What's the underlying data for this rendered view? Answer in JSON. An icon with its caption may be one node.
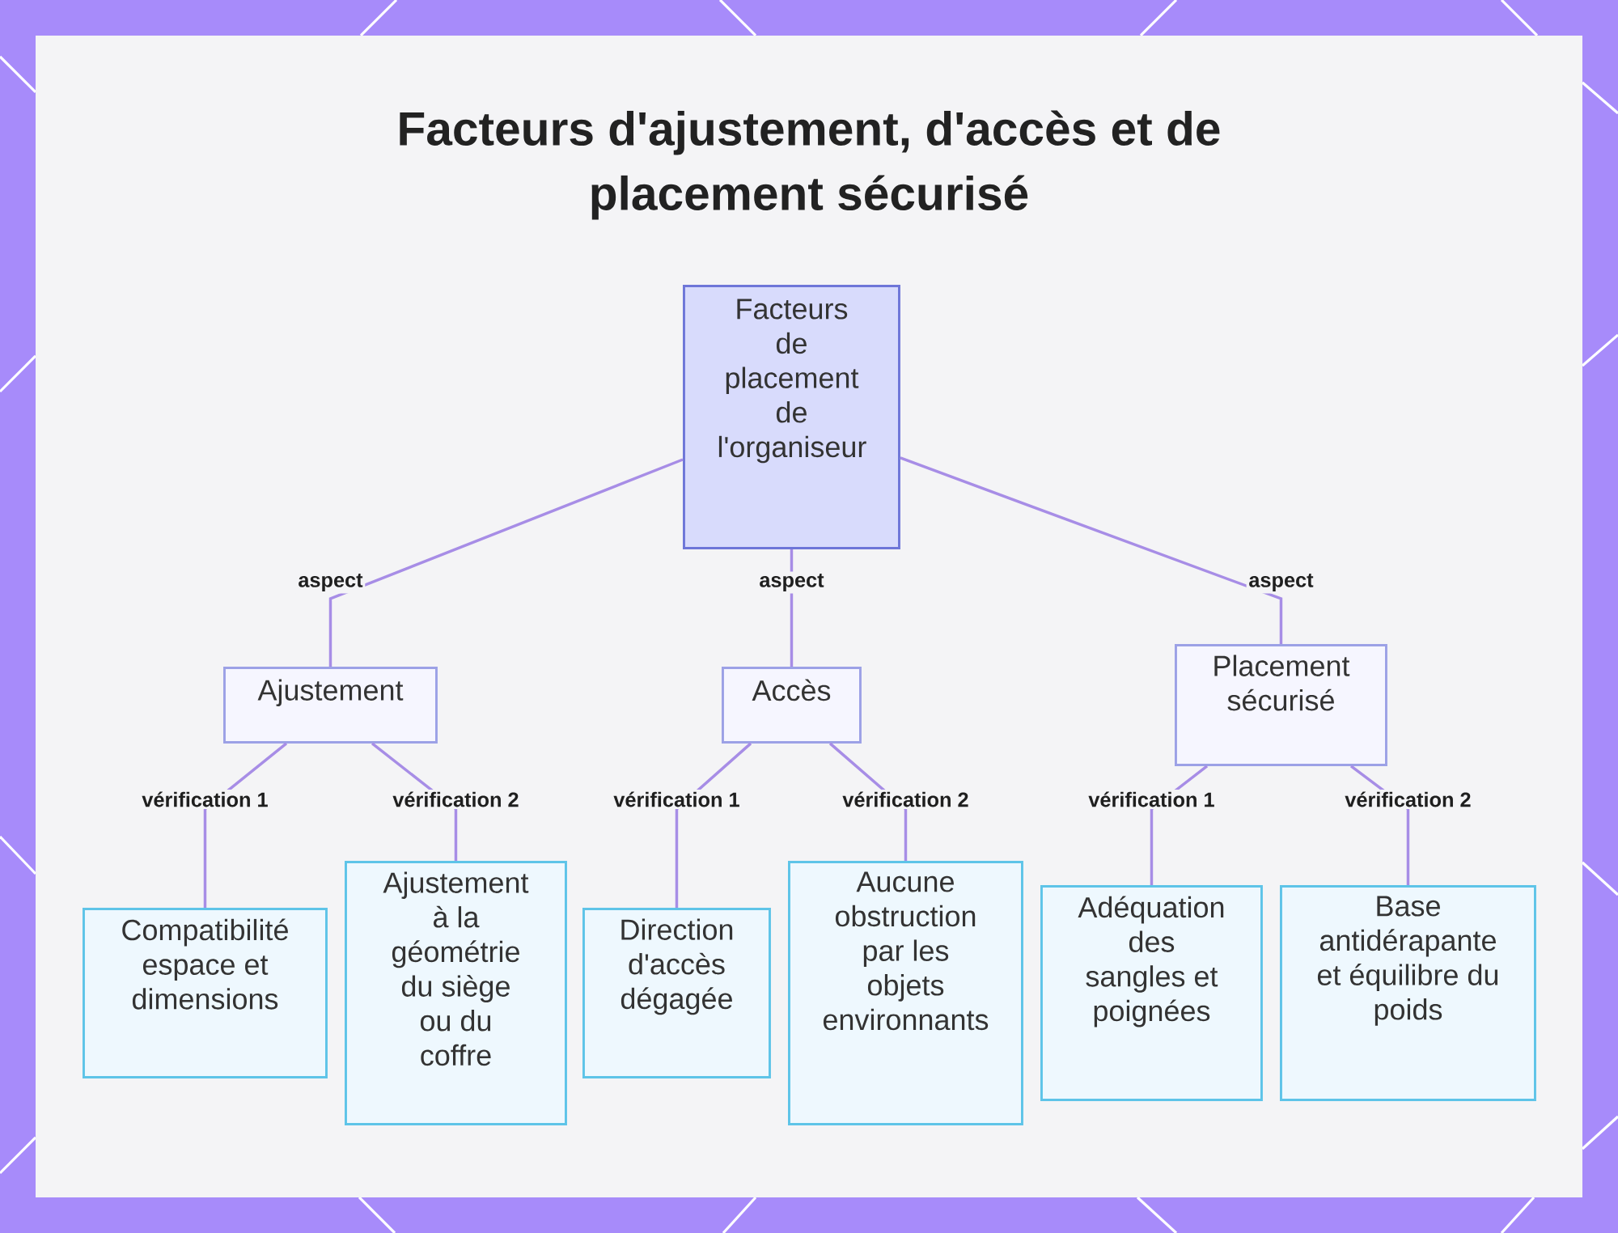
{
  "diagram": {
    "title": "Facteurs d'ajustement, d'accès et de placement sécurisé",
    "nodes": [
      {
        "text": [
          "Facteurs de placement de l'organiseur"
        ]
      },
      {
        "text": [
          "Ajustement"
        ]
      },
      {
        "text": [
          "Accès"
        ]
      },
      {
        "text": [
          "Placement sécurisé"
        ]
      },
      {
        "text": [
          "Compatibilité espace et dimensions"
        ]
      },
      {
        "text": [
          "Ajustement à la géométrie du siège ou du coffre"
        ]
      },
      {
        "text": [
          "Direction d'accès dégagée"
        ]
      },
      {
        "text": [
          "Aucune obstruction par les objets environnants"
        ]
      },
      {
        "text": [
          "Adéquation des sangles et poignées"
        ]
      },
      {
        "text": [
          "Base antidérapante et équilibre du poids"
        ]
      }
    ],
    "edges": [
      {
        "from": 0,
        "to": 1,
        "arrow": "none",
        "label": "aspect"
      },
      {
        "from": 0,
        "to": 2,
        "arrow": "none",
        "label": "aspect"
      },
      {
        "from": 0,
        "to": 3,
        "arrow": "none",
        "label": "aspect"
      },
      {
        "from": 1,
        "to": 4,
        "arrow": "none",
        "label": "vérification 1"
      },
      {
        "from": 1,
        "to": 5,
        "arrow": "none",
        "label": "vérification 2"
      },
      {
        "from": 2,
        "to": 6,
        "arrow": "none",
        "label": "vérification 1"
      },
      {
        "from": 2,
        "to": 7,
        "arrow": "none",
        "label": "vérification 2"
      },
      {
        "from": 3,
        "to": 8,
        "arrow": "none",
        "label": "vérification 1"
      },
      {
        "from": 3,
        "to": 9,
        "arrow": "none",
        "label": "vérification 2"
      }
    ]
  }
}
